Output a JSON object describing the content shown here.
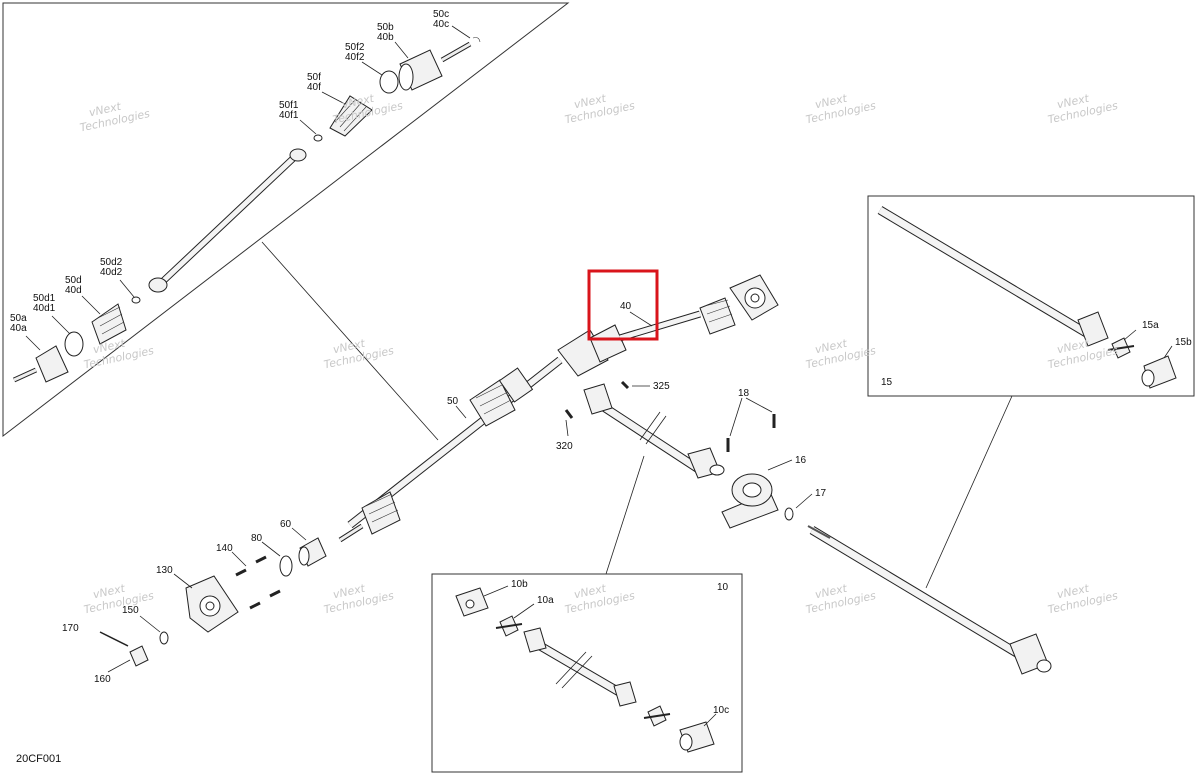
{
  "diagram_code": "20CF001",
  "watermark": [
    "vNext",
    "Technologies"
  ],
  "colors": {
    "highlight": "#d9141b",
    "line": "#222222",
    "watermark": "#c8c8c8"
  },
  "labels": {
    "l50c": "50c",
    "l40c": "40c",
    "l50b": "50b",
    "l40b": "40b",
    "l50f2": "50f2",
    "l40f2": "40f2",
    "l50f": "50f",
    "l40f": "40f",
    "l50f1": "50f1",
    "l40f1": "40f1",
    "l50d2": "50d2",
    "l40d2": "40d2",
    "l50d": "50d",
    "l40d": "40d",
    "l50d1": "50d1",
    "l40d1": "40d1",
    "l50a": "50a",
    "l40a": "40a",
    "l40": "40",
    "l50": "50",
    "l325": "325",
    "l320": "320",
    "l18": "18",
    "l16": "16",
    "l17": "17",
    "l60": "60",
    "l80": "80",
    "l140": "140",
    "l130": "130",
    "l150": "150",
    "l170": "170",
    "l160": "160",
    "l15": "15",
    "l15a": "15a",
    "l15b": "15b",
    "l10": "10",
    "l10a": "10a",
    "l10b": "10b",
    "l10c": "10c"
  }
}
